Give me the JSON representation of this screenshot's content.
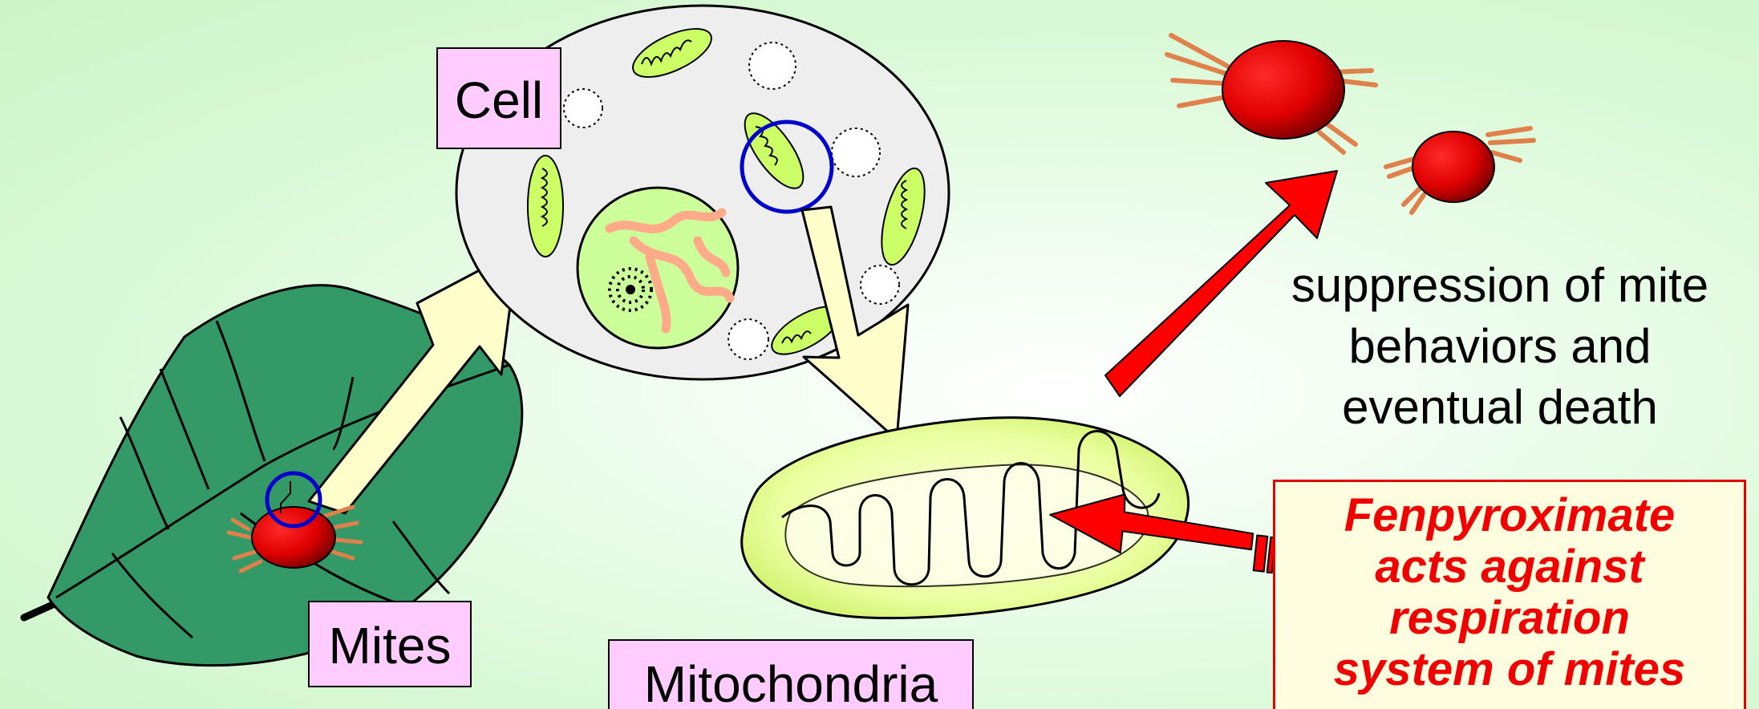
{
  "labels": {
    "cell": "Cell",
    "mites": "Mites",
    "mitochondria": "Mitochondria"
  },
  "outcome": {
    "lines": [
      "suppression of mite",
      "behaviors and",
      "eventual death"
    ]
  },
  "action": {
    "lines": [
      "Fenpyroximate",
      "acts against",
      "respiration",
      "system of mites"
    ]
  },
  "colors": {
    "background": "#d9f9d6",
    "leaf": "#339966",
    "cell_body": "#eeeeee",
    "nucleus": "#ccff99",
    "mite": "#e60000",
    "zoom_arrow": "#ffffcc",
    "red_arrow": "#ff0000",
    "highlight_circle": "#0000cc",
    "label_fill": "#ffccff",
    "action_text": "#f00000"
  }
}
